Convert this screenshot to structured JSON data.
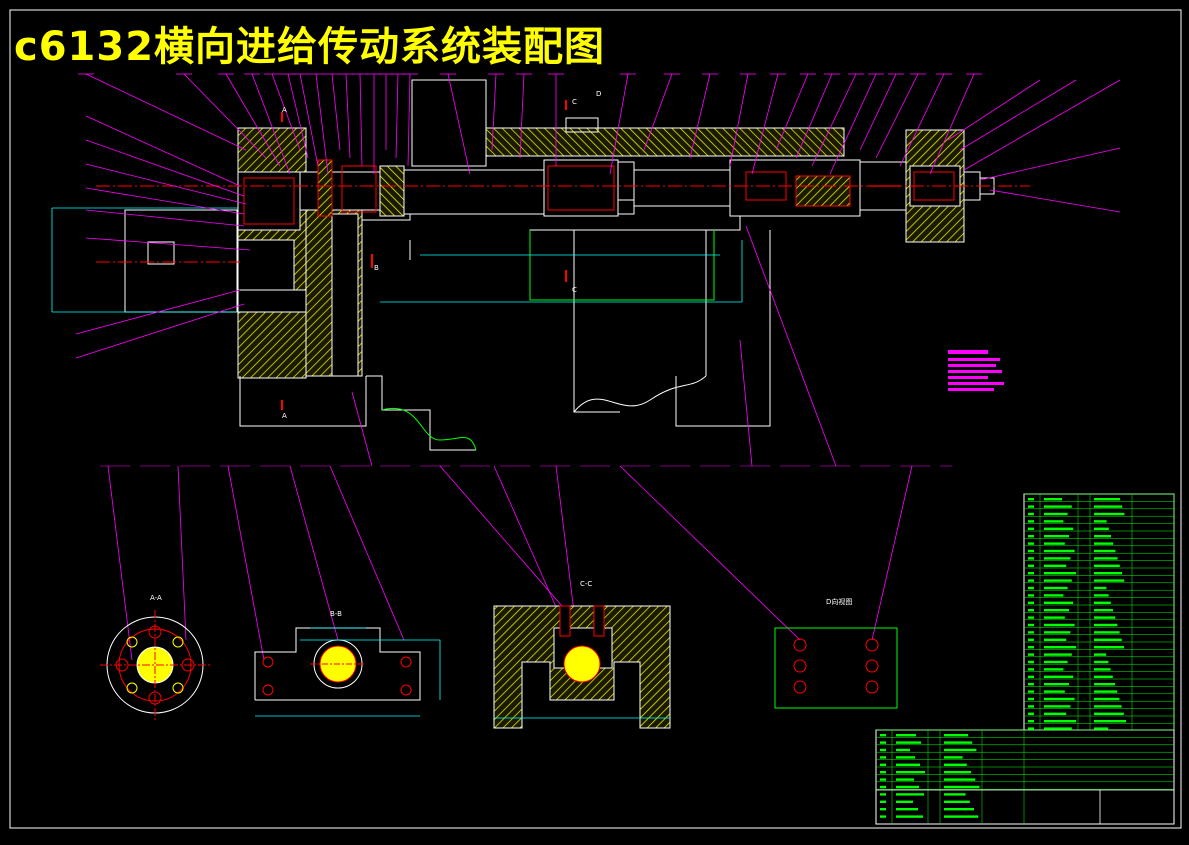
{
  "title": "c6132横向进给传动系统装配图",
  "section_labels": {
    "a": "A-A",
    "b": "B-B",
    "c": "C-C",
    "d": "D向视图",
    "cut_a": "A",
    "cut_b": "B",
    "cut_c": "C",
    "cut_d": "D"
  },
  "colors": {
    "background": "#000000",
    "title": "#ffff00",
    "leader": "#ff00ff",
    "outline": "#ffffff",
    "section_fill": "#ffff00",
    "part_line": "#ff0000",
    "dimension": "#00ffff",
    "hidden_contour": "#00ff00"
  }
}
